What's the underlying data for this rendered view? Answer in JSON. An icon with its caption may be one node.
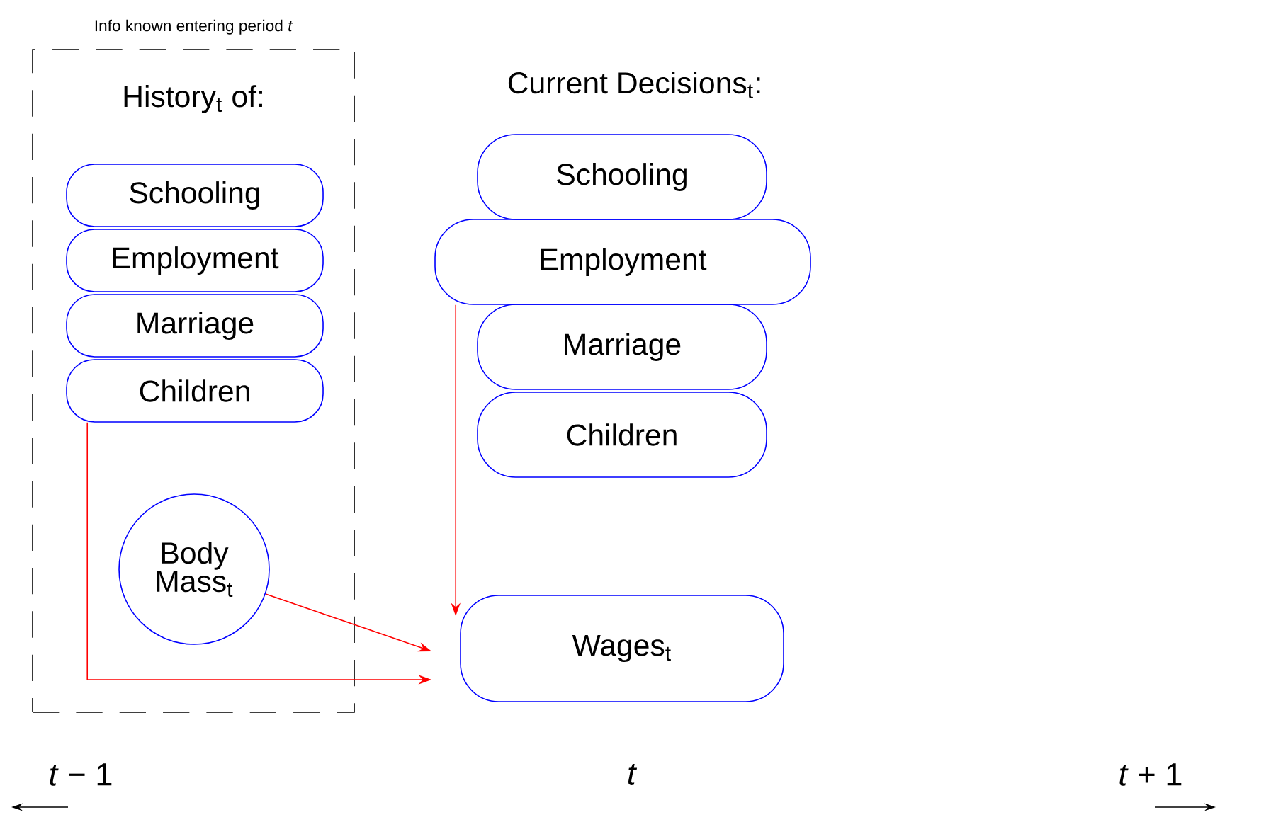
{
  "diagram": {
    "nodes": [
      {
        "text": [
          "Info known entering period *t*",
          "History$_{t}$ of:"
        ]
      },
      {
        "text": [
          "Schooling"
        ],
        "in": 0
      },
      {
        "text": [
          "Employment"
        ],
        "in": 0
      },
      {
        "text": [
          "Marriage"
        ],
        "in": 0
      },
      {
        "text": [
          "Children"
        ],
        "in": 0
      },
      {
        "text": [
          "Body Mass$_{t}$"
        ],
        "in": 0
      },
      {
        "text": [
          "Schooling"
        ]
      },
      {
        "text": [
          "Employment"
        ]
      },
      {
        "text": [
          "Marriage"
        ]
      },
      {
        "text": [
          "Children"
        ]
      },
      {
        "text": [
          "Wages$_{t}$"
        ]
      }
    ],
    "edges": [
      {
        "from": 4,
        "to": 10,
        "arrow": "to"
      },
      {
        "from": 5,
        "to": 10,
        "arrow": "to"
      },
      {
        "from": 7,
        "to": 10,
        "arrow": "to"
      }
    ],
    "labels": [
      "Current Decisions$_{t}$:",
      "*t* − 1",
      "*t*",
      "*t* + 1"
    ]
  }
}
